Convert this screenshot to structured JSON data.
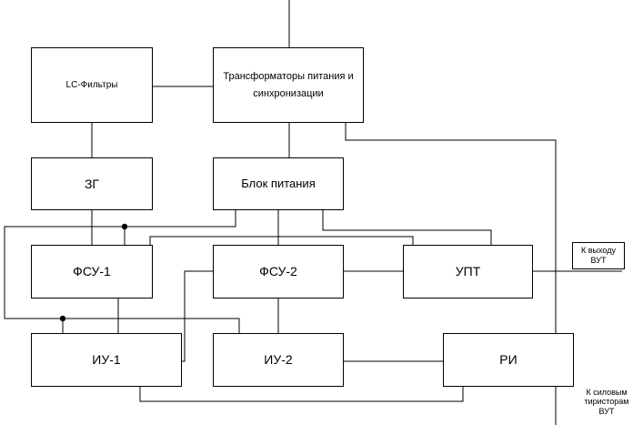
{
  "blocks": {
    "lc_filters": "LC-Фильтры",
    "transformers_line1": "Трансформаторы питания и",
    "transformers_line2": "синхронизации",
    "zg": "ЗГ",
    "power_unit": "Блок питания",
    "fsu1": "ФСУ-1",
    "fsu2": "ФСУ-2",
    "upt": "УПТ",
    "iu1": "ИУ-1",
    "iu2": "ИУ-2",
    "ri": "РИ"
  },
  "labels": {
    "output_line1": "К выходу",
    "output_line2": "ВУТ",
    "thyristors_line1": "К силовым",
    "thyristors_line2": "тиристорам",
    "thyristors_line3": "ВУТ"
  }
}
